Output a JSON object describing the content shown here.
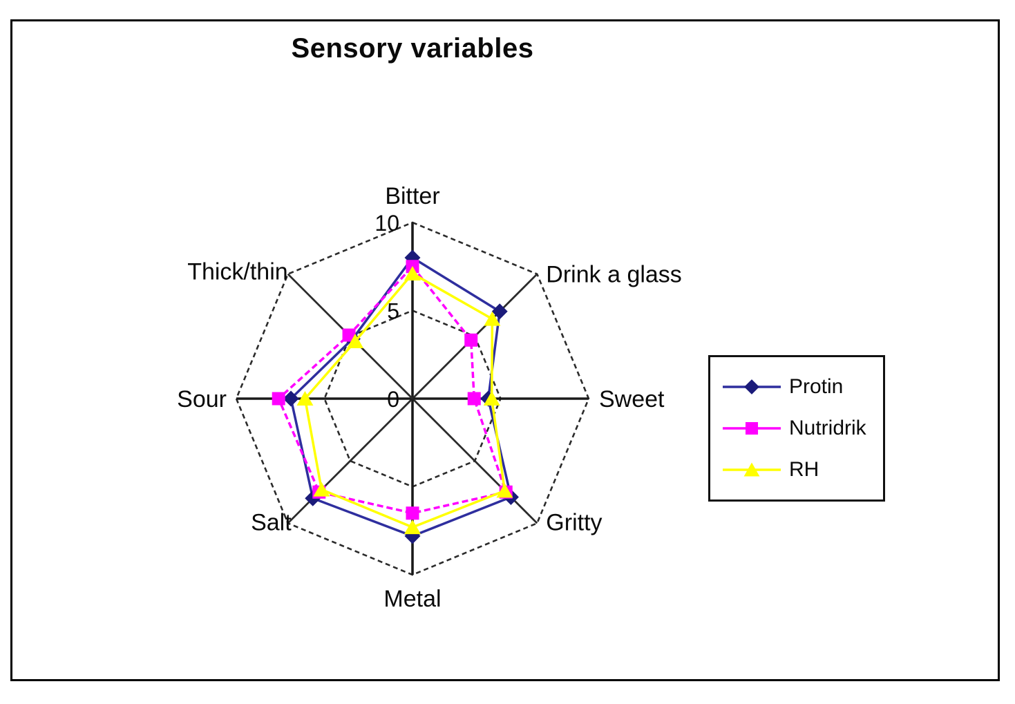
{
  "chart_data": {
    "type": "radar",
    "title": "Sensory variables",
    "categories": [
      "Bitter",
      "Drink a glass",
      "Sweet",
      "Gritty",
      "Metal",
      "Salt",
      "Sour",
      "Thick/thin"
    ],
    "axis_range": [
      0,
      10
    ],
    "axis_ticks": [
      0,
      5,
      10
    ],
    "grid_rings": [
      5,
      10
    ],
    "grid_style": "dashed-octagon-rings-solid-spokes",
    "legend_position": "right",
    "series": [
      {
        "name": "Protin",
        "marker": "diamond",
        "line_color": "#2E2E9E",
        "marker_color": "#1B1B7A",
        "dash": "",
        "values": [
          8.0,
          7.0,
          4.3,
          7.9,
          7.8,
          8.0,
          6.9,
          4.8
        ]
      },
      {
        "name": "Nutridrik",
        "marker": "square",
        "line_color": "#FF00FF",
        "marker_color": "#FF00FF",
        "dash": "9 5",
        "values": [
          7.5,
          4.7,
          3.5,
          7.5,
          6.5,
          7.5,
          7.6,
          5.1
        ]
      },
      {
        "name": "RH",
        "marker": "triangle",
        "line_color": "#FFFF00",
        "marker_color": "#FFFF00",
        "dash": "",
        "values": [
          7.1,
          6.4,
          4.5,
          7.4,
          7.3,
          7.3,
          6.1,
          4.6
        ]
      }
    ]
  },
  "colors": {
    "grid": "#2b2b2b",
    "text": "#0a0a0a",
    "frame": "#000000"
  }
}
